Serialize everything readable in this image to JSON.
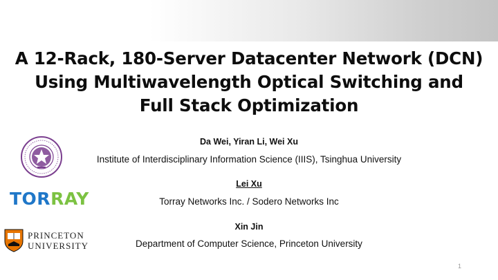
{
  "slide": {
    "title_lines": [
      "A 12-Rack, 180-Server Datacenter Network (DCN)",
      "Using Multiwavelength Optical Switching and",
      "Full Stack Optimization"
    ],
    "groups": [
      {
        "authors": "Da Wei, Yiran Li, Wei Xu",
        "affiliation": "Institute of Interdisciplinary Information Science (IIIS), Tsinghua University",
        "logo": "tsinghua-seal"
      },
      {
        "authors": "Lei Xu",
        "affiliation": "Torray Networks Inc. / Sodero Networks Inc",
        "logo": "torray-logo"
      },
      {
        "authors": "Xin Jin",
        "affiliation": "Department of Computer Science, Princeton University",
        "logo": "princeton-logo"
      }
    ],
    "logos": {
      "torray_part1": "TOR",
      "torray_part2": "RAY",
      "princeton_line1": "PRINCETON",
      "princeton_line2": "UNIVERSITY"
    },
    "page_number": "1",
    "colors": {
      "tsinghua_purple": "#7b3f8f",
      "torray_blue": "#1f77c8",
      "torray_green": "#7cc242",
      "princeton_orange": "#e77500"
    }
  }
}
